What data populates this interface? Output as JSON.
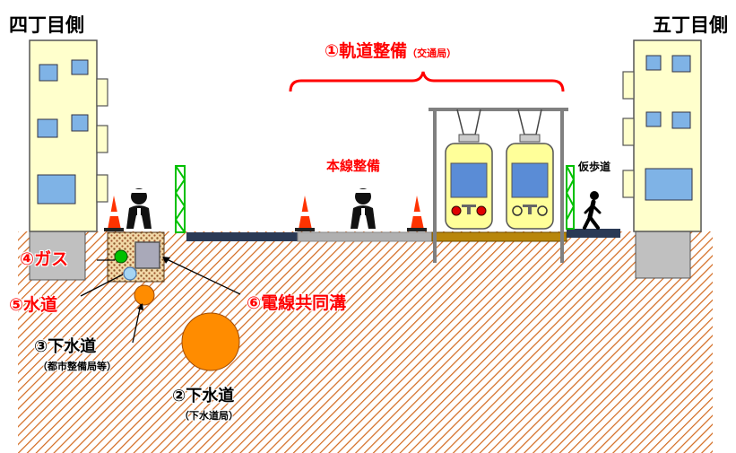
{
  "sides": {
    "left": "四丁目側",
    "right": "五丁目側"
  },
  "track": {
    "title": "①軌道整備",
    "sub": "（交通局）"
  },
  "main_line": "本線整備",
  "walkway": "仮歩道",
  "utilities": {
    "gas": "④ガス",
    "water": "⑤水道",
    "cable": "⑥電線共同溝",
    "sewer_small": {
      "title": "③下水道",
      "sub": "（都市整備局等）"
    },
    "sewer_large": {
      "title": "②下水道",
      "sub": "（下水道局）"
    }
  },
  "colors": {
    "label_red": "#ff0000",
    "building": "#ffffcc",
    "ground_hatch": "#d2691e",
    "sewer_pipe": "#ff8c00",
    "gas_pipe": "#00c000",
    "water_pipe": "#a6d4f2",
    "cable_box": "#a9a9b9",
    "tram": "#ffff99",
    "rail_bed": "#b8860b",
    "pavement_dark": "#2b3a55",
    "pavement_light": "#b0b0b0"
  }
}
